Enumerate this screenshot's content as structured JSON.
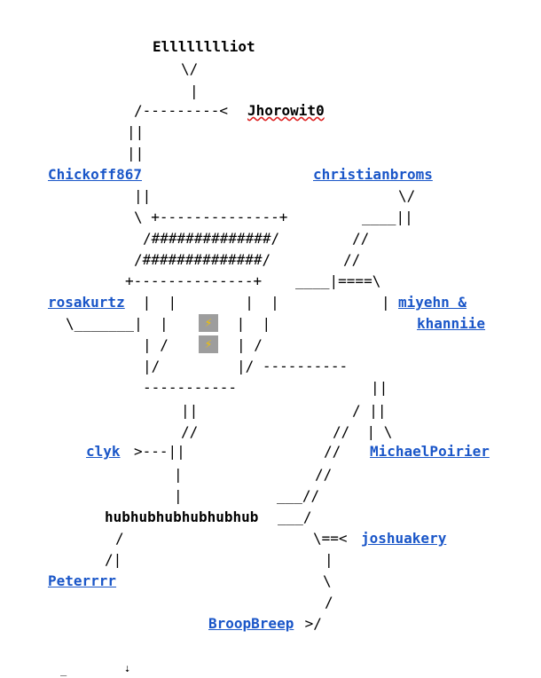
{
  "names": {
    "elliot": "Elllllllliot",
    "jhorowit": "Jhorowit0",
    "chickoff": "Chickoff867",
    "christianbroms": "christianbroms",
    "rosakurtz": "rosakurtz",
    "miyehn": "miyehn &",
    "khanniie": "khanniie",
    "clyk": "clyk",
    "michaelpoirier": "MichaelPoirier",
    "hub": "hubhubhubhubhubhub",
    "joshuakery": "joshuakery",
    "peterrrr": "Peterrrr",
    "broopbreep": "BroopBreep"
  },
  "art": {
    "l1": "\\/",
    "l2": "|",
    "l3": "/---------< ",
    "l4": "||",
    "l5": "||",
    "l6": "||",
    "l7": "\\ +--------------+",
    "l8": "/##############/",
    "l9": "/##############/",
    "l10": "+--------------+",
    "r1": "\\/",
    "r2": "____||",
    "r3": "//",
    "r4": "//",
    "r5": "____|====\\",
    "r6": "|",
    "rk1": " |  |        |  |",
    "rk2": "\\_______|  |        |  |",
    "rk3": "| /        | /",
    "rk4": "|/         |/ ----------",
    "rk5": "-----------",
    "m1": "||",
    "m2": "//",
    "m3": ">---||",
    "m4": "|",
    "m5": "|",
    "c1": "||",
    "c2": "/ ||",
    "c3": "//  | \\",
    "c4": "//",
    "c5": "//",
    "c6": "___//",
    "c7": "___/",
    "h1": "/",
    "h2": "/|",
    "j1": "\\==< ",
    "j2": "|",
    "j3": "\\",
    "j4": "/",
    "bb": " >/",
    "bolt": "⚡",
    "foot1": "_",
    "foot2": "⇣"
  }
}
